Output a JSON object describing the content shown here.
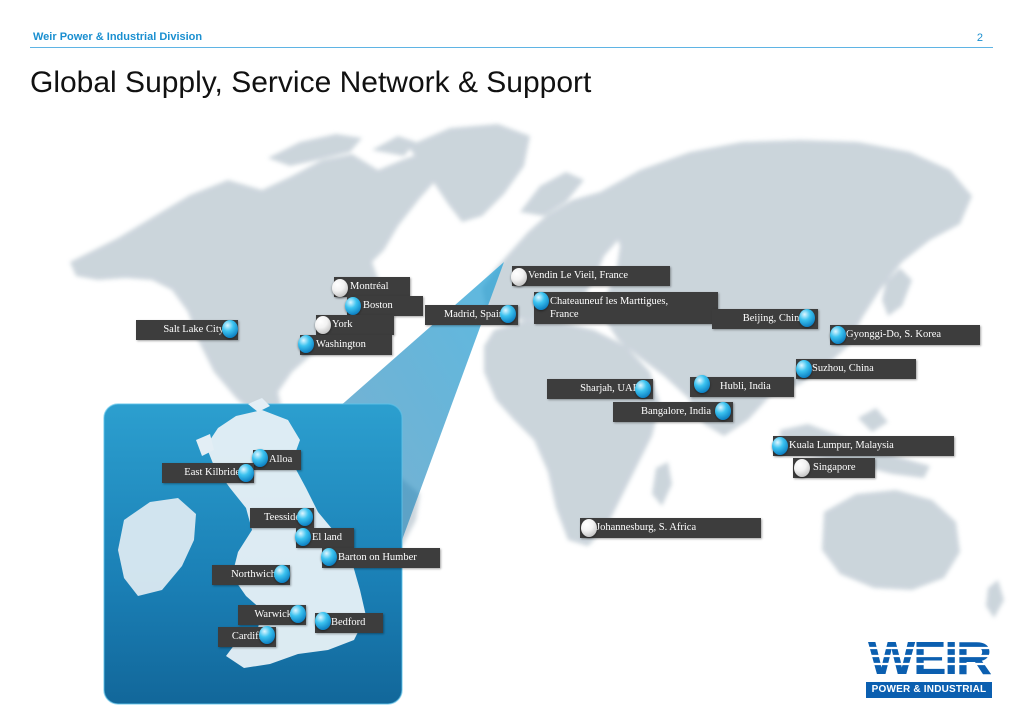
{
  "header": {
    "division": "Weir Power & Industrial Division",
    "page_number": "2"
  },
  "title": "Global Supply, Service Network & Support",
  "colors": {
    "accent": "#1a8fd0",
    "label_bg": "#3d3d3d",
    "marker_blue": "#1aa3e0",
    "marker_white": "#e8e8e8",
    "brand": "#0b5fb0"
  },
  "world_locations": {
    "montreal": "Montréal",
    "boston": "Boston",
    "york": "York",
    "washington": "Washington",
    "salt_lake_city": "Salt Lake City",
    "madrid": "Madrid, Spain",
    "vendin": "Vendin Le Vieil, France",
    "chateauneuf": "Chateauneuf les Marttigues, France",
    "beijing": "Beijing, China",
    "gyonggi": "Gyonggi-Do, S. Korea",
    "suzhou": "Suzhou, China",
    "hubli": "Hubli, India",
    "sharjah": "Sharjah, UAE",
    "bangalore": "Bangalore, India",
    "kuala_lumpur": "Kuala Lumpur, Malaysia",
    "singapore": "Singapore",
    "johannesburg": "Johannesburg, S. Africa"
  },
  "uk_locations": {
    "alloa": "Alloa",
    "east_kilbride": "East Kilbride",
    "teesside": "Teesside",
    "elland": "El land",
    "barton": "Barton on Humber",
    "northwich": "Northwich",
    "warwick": "Warwick",
    "bedford": "Bedford",
    "cardiff": "Cardiff"
  },
  "logo": {
    "word": "WEIR",
    "subtitle": "POWER & INDUSTRIAL"
  }
}
